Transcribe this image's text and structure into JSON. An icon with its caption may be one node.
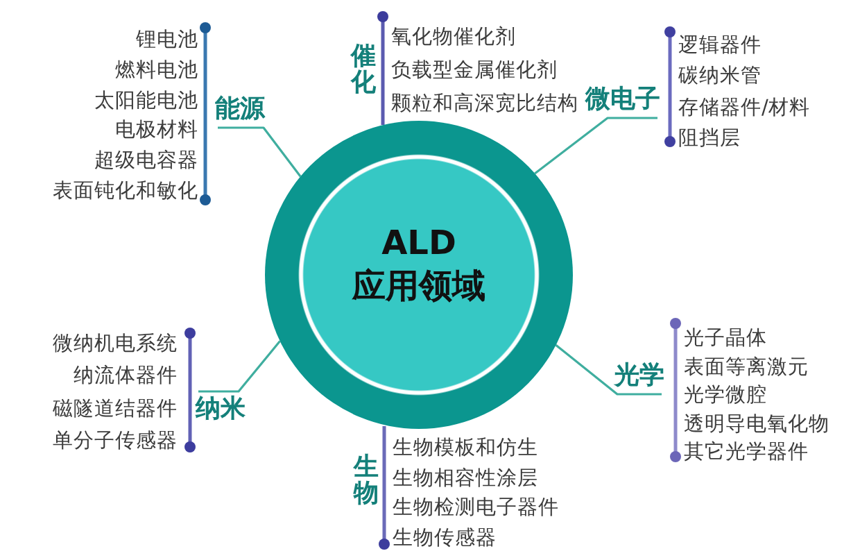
{
  "diagram": {
    "nodes": [
      {
        "text": [
          "ALD 应用领域"
        ]
      },
      {
        "text": [
          "能源"
        ],
        "beside": [
          "锂电池",
          "燃料电池",
          "太阳能电池",
          "电极材料",
          "超级电容器",
          "表面钝化和敏化"
        ]
      },
      {
        "text": [
          "催化"
        ],
        "beside": [
          "氧化物催化剂",
          "负载型金属催化剂",
          "颗粒和高深宽比结构"
        ]
      },
      {
        "text": [
          "微电子"
        ],
        "beside": [
          "逻辑器件",
          "碳纳米管",
          "存储器件/材料",
          "阻挡层"
        ]
      },
      {
        "text": [
          "纳米"
        ],
        "beside": [
          "微纳机电系统",
          "纳流体器件",
          "磁隧道结器件",
          "单分子传感器"
        ]
      },
      {
        "text": [
          "光学"
        ],
        "beside": [
          "光子晶体",
          "表面等离激元",
          "光学微腔",
          "透明导电氧化物",
          "其它光学器件"
        ]
      },
      {
        "text": [
          "生物"
        ],
        "beside": [
          "生物模板和仿生",
          "生物相容性涂层",
          "生物检测电子器件",
          "生物传感器"
        ]
      }
    ],
    "edges": [
      {
        "from": 0,
        "to": 1,
        "arrow": "none"
      },
      {
        "from": 0,
        "to": 3,
        "arrow": "none"
      },
      {
        "from": 0,
        "to": 4,
        "arrow": "none"
      },
      {
        "from": 0,
        "to": 5,
        "arrow": "none"
      }
    ]
  }
}
